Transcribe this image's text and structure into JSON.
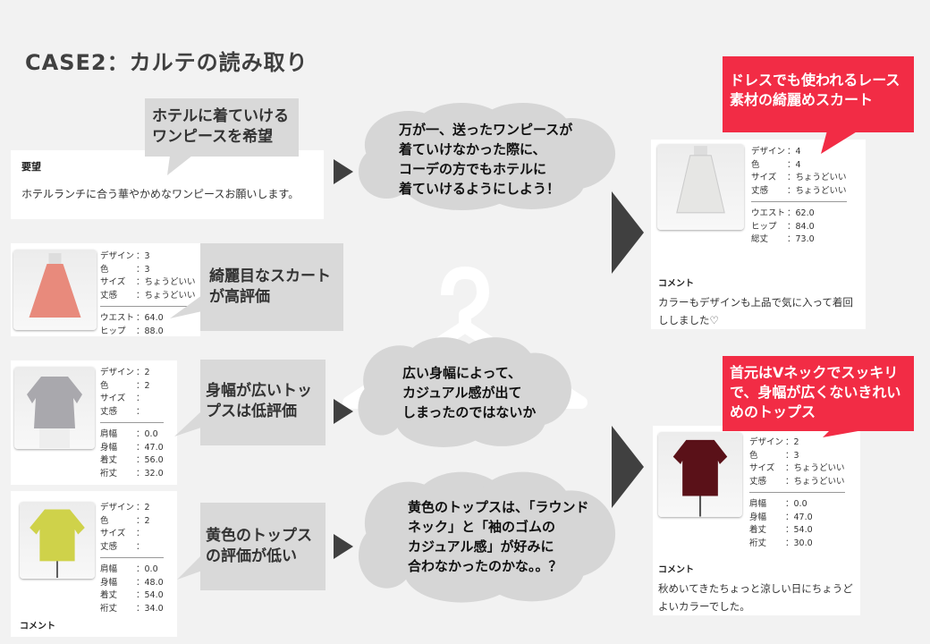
{
  "title": "CASE2：カルテの読み取り",
  "request": {
    "label": "要望",
    "text": "ホテルランチに合う華やかめなワンピースお願いします。",
    "callout": [
      "ホテルに着ていける",
      "ワンピースを希望"
    ]
  },
  "cloud1": [
    "万が一、送ったワンピースが",
    "着ていけなかった際に、",
    "コーデの方でもホテルに",
    "着ていけるようにしよう！"
  ],
  "cloud2": [
    "広い身幅によって、",
    "カジュアル感が出て",
    "しまったのではないか"
  ],
  "cloud3": [
    "黄色のトップスは、「ラウンド",
    "ネック」と「袖のゴムの",
    "カジュアル感」が好みに",
    "合わなかったのかな。。？"
  ],
  "items": [
    {
      "callout": [
        "綺麗目なスカート",
        "が高評価"
      ],
      "specs": [
        [
          "デザイン",
          "：3"
        ],
        [
          "色",
          "：3"
        ],
        [
          "サイズ",
          "：ちょうどいい"
        ],
        [
          "丈感",
          "：ちょうどいい"
        ]
      ],
      "measures": [
        [
          "ウエスト",
          "：64.0"
        ],
        [
          "ヒップ",
          "：88.0"
        ]
      ],
      "color": "#e88a7c"
    },
    {
      "callout": [
        "身幅が広いトッ",
        "プスは低評価"
      ],
      "specs": [
        [
          "デザイン",
          "：2"
        ],
        [
          "色",
          "：2"
        ],
        [
          "サイズ",
          "："
        ],
        [
          "丈感",
          "："
        ]
      ],
      "measures": [
        [
          "肩幅",
          "：0.0"
        ],
        [
          "身幅",
          "：47.0"
        ],
        [
          "着丈",
          "：56.0"
        ],
        [
          "裄丈",
          "：32.0"
        ]
      ],
      "color": "#a9a8ad"
    },
    {
      "callout": [
        "黄色のトップス",
        "の評価が低い"
      ],
      "specs": [
        [
          "デザイン",
          "：2"
        ],
        [
          "色",
          "：2"
        ],
        [
          "サイズ",
          "："
        ],
        [
          "丈感",
          "："
        ]
      ],
      "measures": [
        [
          "肩幅",
          "：0.0"
        ],
        [
          "身幅",
          "：48.0"
        ],
        [
          "着丈",
          "：54.0"
        ],
        [
          "裄丈",
          "：34.0"
        ]
      ],
      "comment_label": "コメント",
      "color": "#cfd24a"
    }
  ],
  "picks": [
    {
      "callout": [
        "ドレスでも使われるレース",
        "素材の綺麗めスカート"
      ],
      "specs": [
        [
          "デザイン",
          "：4"
        ],
        [
          "色",
          "：4"
        ],
        [
          "サイズ",
          "：ちょうどいい"
        ],
        [
          "丈感",
          "：ちょうどいい"
        ]
      ],
      "measures": [
        [
          "ウエスト",
          "：62.0"
        ],
        [
          "ヒップ",
          "：84.0"
        ],
        [
          "総丈",
          "：73.0"
        ]
      ],
      "comment_label": "コメント",
      "comment": "カラーもデザインも上品で気に入って着回ししました♡",
      "color": "#e6e6e4"
    },
    {
      "callout": [
        "首元はVネックでスッキリ",
        "で、身幅が広くないきれい",
        "めのトップス"
      ],
      "specs": [
        [
          "デザイン",
          "：2"
        ],
        [
          "色",
          "：3"
        ],
        [
          "サイズ",
          "：ちょうどいい"
        ],
        [
          "丈感",
          "：ちょうどいい"
        ]
      ],
      "measures": [
        [
          "肩幅",
          "：0.0"
        ],
        [
          "身幅",
          "：47.0"
        ],
        [
          "着丈",
          "：54.0"
        ],
        [
          "裄丈",
          "：30.0"
        ]
      ],
      "comment_label": "コメント",
      "comment": "秋めいてきたちょっと涼しい日にちょうどよいカラーでした。",
      "color": "#5a1118"
    }
  ]
}
